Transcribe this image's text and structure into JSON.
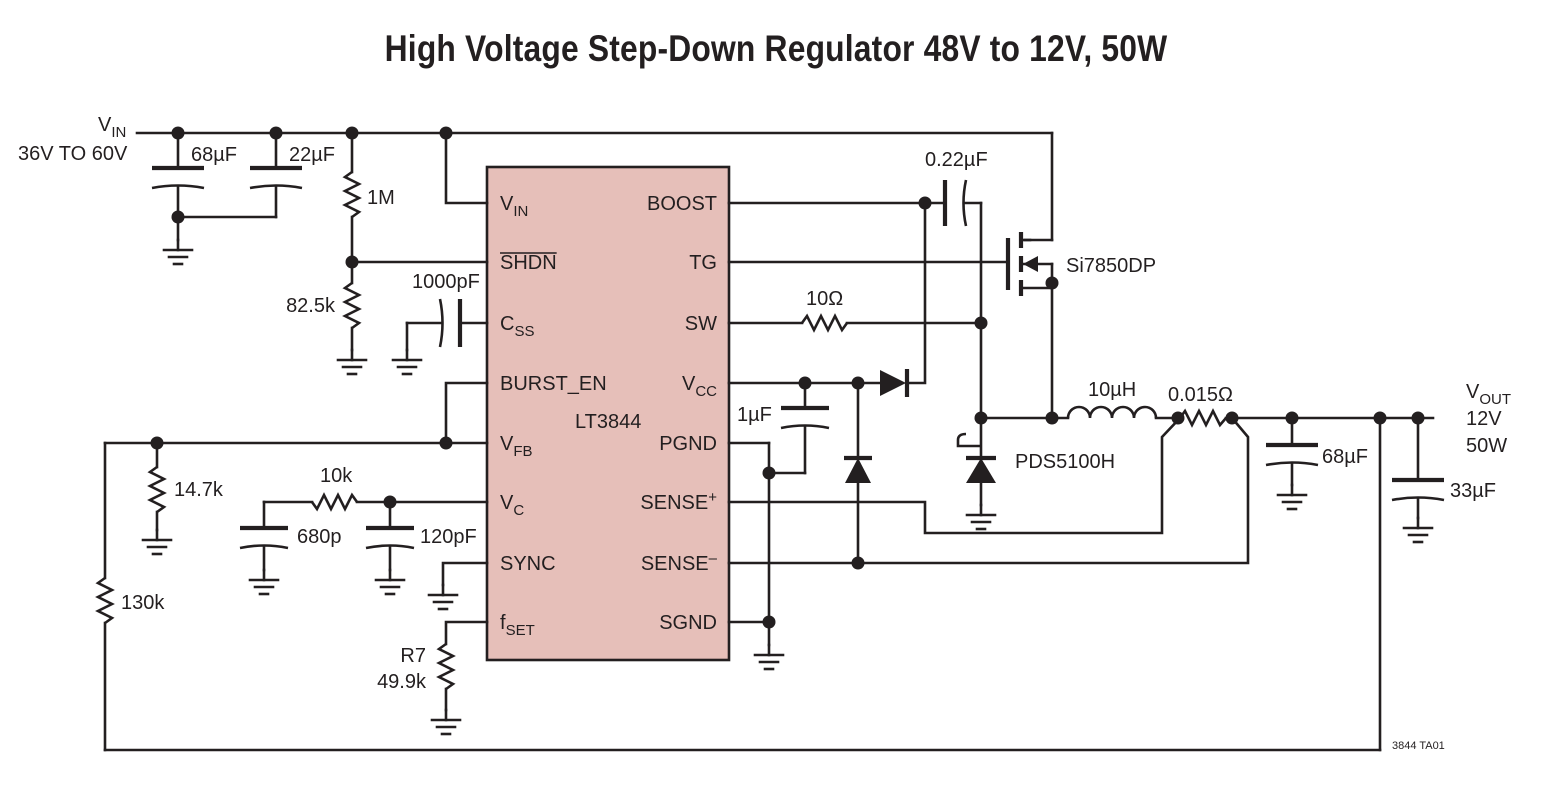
{
  "title": "High Voltage Step-Down Regulator 48V to 12V, 50W",
  "colors": {
    "ic_fill": "#e6bfb9",
    "line": "#231f20",
    "background": "#ffffff"
  },
  "ic": {
    "name": "LT3844",
    "left_pins": [
      {
        "main": "V",
        "sub": "IN"
      },
      {
        "main": "SHDN",
        "sub": "",
        "overline": true
      },
      {
        "main": "C",
        "sub": "SS"
      },
      {
        "main": "BURST_EN",
        "sub": ""
      },
      {
        "main": "V",
        "sub": "FB"
      },
      {
        "main": "V",
        "sub": "C"
      },
      {
        "main": "SYNC",
        "sub": ""
      },
      {
        "main": "f",
        "sub": "SET"
      }
    ],
    "right_pins": [
      {
        "main": "BOOST",
        "sup": ""
      },
      {
        "main": "TG",
        "sup": ""
      },
      {
        "main": "SW",
        "sup": ""
      },
      {
        "main": "V",
        "sub": "CC"
      },
      {
        "main": "PGND",
        "sup": ""
      },
      {
        "main": "SENSE",
        "sup": "+"
      },
      {
        "main": "SENSE",
        "sup": "–"
      },
      {
        "main": "SGND",
        "sup": ""
      }
    ]
  },
  "input": {
    "symbol_main": "V",
    "symbol_sub": "IN",
    "range": "36V TO 60V"
  },
  "output": {
    "symbol_main": "V",
    "symbol_sub": "OUT",
    "voltage": "12V",
    "power": "50W"
  },
  "components": {
    "c_in1": "68µF",
    "c_in2": "22µF",
    "r_top": "1M",
    "r_bottom": "82.5k",
    "c_ss": "1000pF",
    "c_boost": "0.22µF",
    "r_gate": "10Ω",
    "mosfet": "Si7850DP",
    "c_vcc": "1µF",
    "diode": "PDS5100H",
    "inductor": "10µH",
    "r_sense": "0.015Ω",
    "c_out1": "68µF",
    "c_out2": "33µF",
    "r_fb_top": "130k",
    "r_fb_bottom": "14.7k",
    "r_comp": "10k",
    "c_comp1": "680p",
    "c_comp2": "120pF",
    "r7_name": "R7",
    "r7_value": "49.9k"
  },
  "figure_id": "3844 TA01"
}
